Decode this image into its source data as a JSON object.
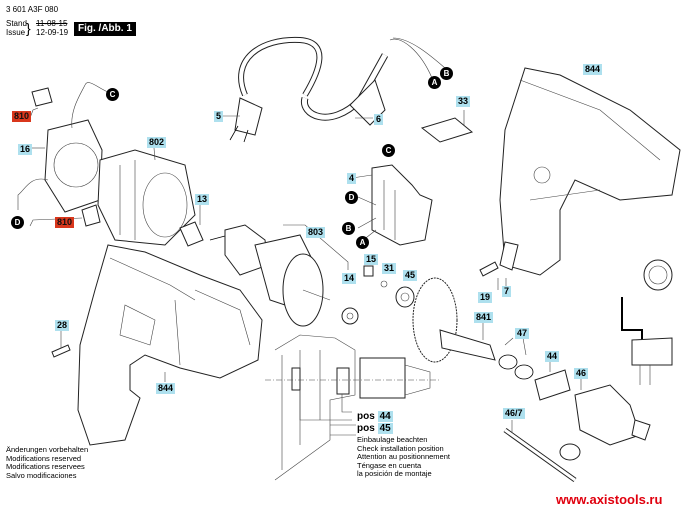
{
  "header": {
    "part_number": "3 601 A3F 080",
    "stand_label": "Stand",
    "issue_label": "Issue",
    "stand_date": "11-08-15",
    "issue_date": "12-09-19",
    "figure_label": "Fig. /Abb. 1"
  },
  "part_labels": [
    {
      "id": "810",
      "color": "#d9371c"
    },
    {
      "id": "16",
      "color": "#aee0ee"
    },
    {
      "id": "810",
      "color": "#d9371c"
    },
    {
      "id": "802",
      "color": "#aee0ee"
    },
    {
      "id": "13",
      "color": "#aee0ee"
    },
    {
      "id": "5",
      "color": "#aee0ee"
    },
    {
      "id": "6",
      "color": "#aee0ee"
    },
    {
      "id": "33",
      "color": "#aee0ee"
    },
    {
      "id": "844",
      "color": "#aee0ee"
    },
    {
      "id": "4",
      "color": "#aee0ee"
    },
    {
      "id": "803",
      "color": "#aee0ee"
    },
    {
      "id": "14",
      "color": "#aee0ee"
    },
    {
      "id": "15",
      "color": "#aee0ee"
    },
    {
      "id": "31",
      "color": "#aee0ee"
    },
    {
      "id": "45",
      "color": "#aee0ee"
    },
    {
      "id": "19",
      "color": "#aee0ee"
    },
    {
      "id": "7",
      "color": "#aee0ee"
    },
    {
      "id": "841",
      "color": "#aee0ee"
    },
    {
      "id": "47",
      "color": "#aee0ee"
    },
    {
      "id": "44",
      "color": "#aee0ee"
    },
    {
      "id": "46",
      "color": "#aee0ee"
    },
    {
      "id": "46/7",
      "color": "#aee0ee"
    },
    {
      "id": "28",
      "color": "#aee0ee"
    },
    {
      "id": "844",
      "color": "#aee0ee"
    }
  ],
  "connectors": {
    "A": "A",
    "B": "B",
    "C": "C",
    "D": "D"
  },
  "position_callouts": {
    "pos_label": "pos",
    "pos_a": "44",
    "pos_b": "45"
  },
  "installation_note": [
    "Einbaulage beachten",
    "Check installation position",
    "Attention au positionnement",
    "Téngase en cuenta",
    "la posición de montaje"
  ],
  "modifications_note": [
    "Änderungen vorbehalten",
    "Modifications reserved",
    "Modifications reservees",
    "Salvo modificaciones"
  ],
  "watermark": "www.axistools.ru"
}
